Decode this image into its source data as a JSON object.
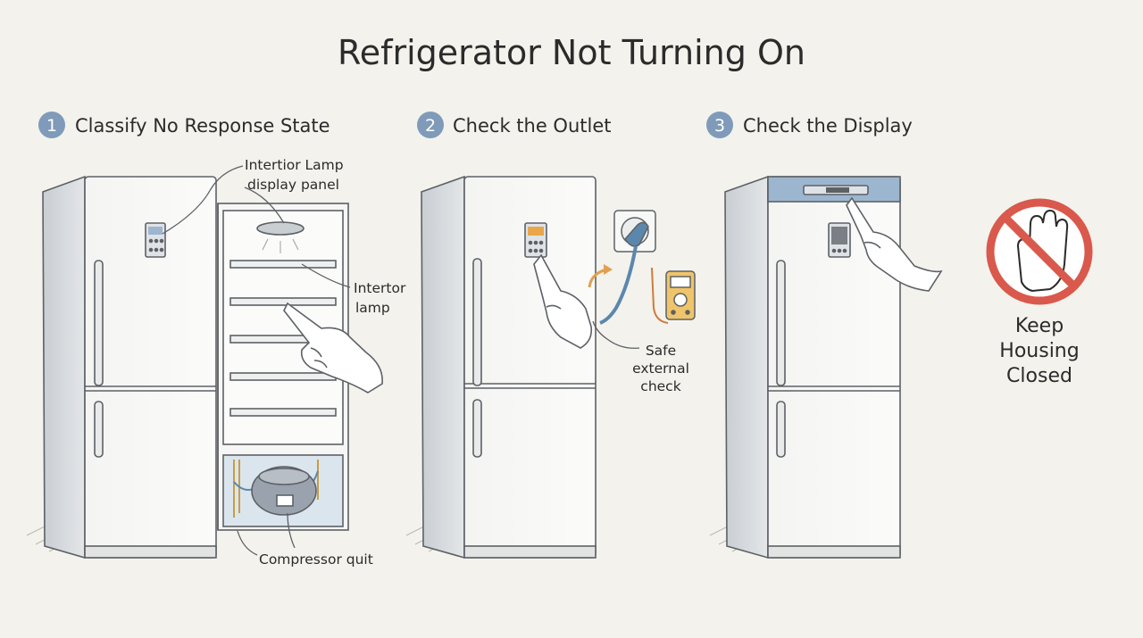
{
  "title": "Refrigerator Not Turning On",
  "steps": [
    {
      "number": "1",
      "label": "Classify No Response State"
    },
    {
      "number": "2",
      "label": "Check the Outlet"
    },
    {
      "number": "3",
      "label": "Check the Display"
    }
  ],
  "callouts": {
    "lamp_panel_line1": "Intertior Lamp",
    "lamp_panel_line2": "display panel",
    "interior_lamp_line1": "Intertor",
    "interior_lamp_line2": "lamp",
    "compressor": "Compressor quit",
    "safe_line1": "Safe",
    "safe_line2": "external",
    "safe_line3": "check"
  },
  "warning": {
    "line1": "Keep",
    "line2": "Housing",
    "line3": "Closed",
    "icon": "no-hand-icon"
  },
  "colors": {
    "step_badge": "#7f9bb9",
    "prohibition_red": "#d9594c",
    "display_strip": "#9db6cf",
    "outlet_display": "#e9a64a",
    "cord_blue": "#5c87ad",
    "arrow_orange": "#e0a050"
  }
}
